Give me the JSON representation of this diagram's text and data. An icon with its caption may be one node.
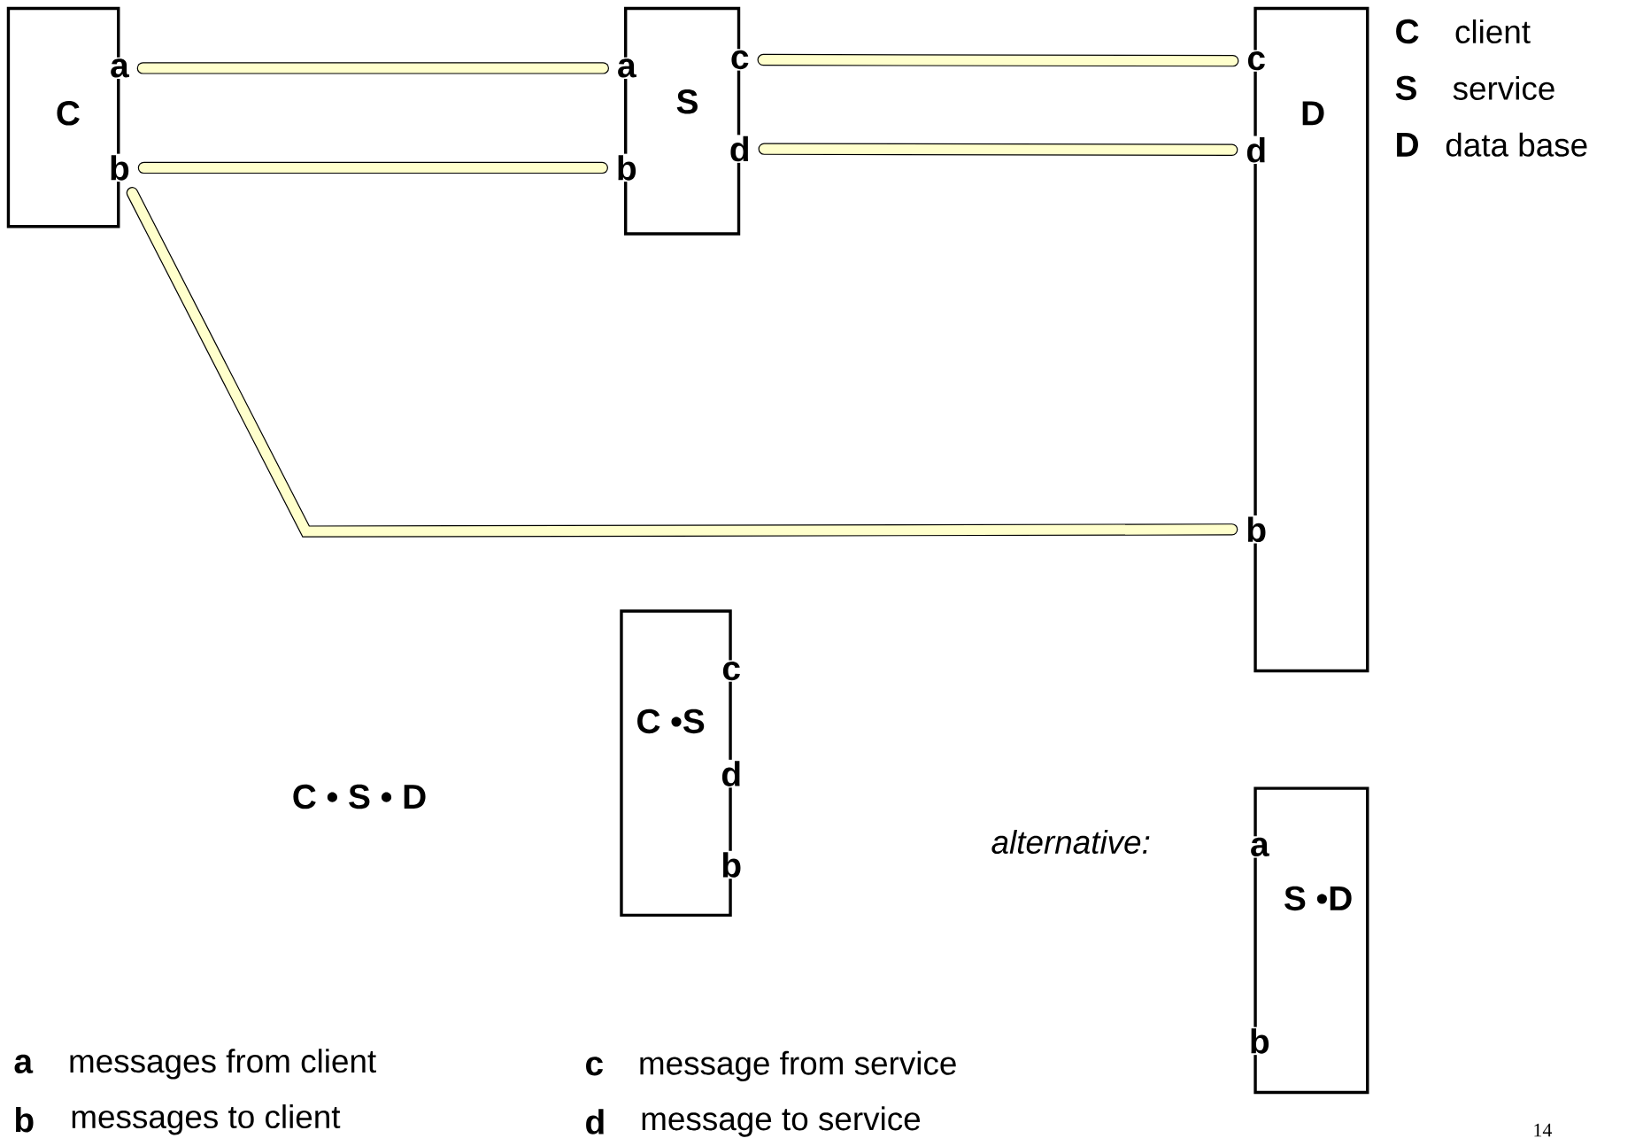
{
  "diagram": {
    "nodes": [
      {
        "text": [
          "C"
        ]
      },
      {
        "text": [
          "a"
        ],
        "in": 0
      },
      {
        "text": [
          "b"
        ],
        "in": 0
      },
      {
        "text": [
          "S"
        ]
      },
      {
        "text": [
          "a"
        ],
        "in": 3
      },
      {
        "text": [
          "b"
        ],
        "in": 3
      },
      {
        "text": [
          "c"
        ],
        "in": 3
      },
      {
        "text": [
          "d"
        ],
        "in": 3
      },
      {
        "text": [
          "D"
        ]
      },
      {
        "text": [
          "c"
        ],
        "in": 8
      },
      {
        "text": [
          "d"
        ],
        "in": 8
      },
      {
        "text": [
          "b"
        ],
        "in": 8
      },
      {
        "text": [
          "C •S",
          "c",
          "d",
          "b"
        ]
      },
      {
        "text": [
          "a",
          "S •D",
          "b"
        ]
      }
    ],
    "edges": [
      {
        "from": 1,
        "to": 4,
        "arrow": "none"
      },
      {
        "from": 2,
        "to": 5,
        "arrow": "none"
      },
      {
        "from": 6,
        "to": 9,
        "arrow": "none"
      },
      {
        "from": 7,
        "to": 10,
        "arrow": "none"
      },
      {
        "from": 2,
        "to": 11,
        "arrow": "none"
      }
    ],
    "labels": [
      "C",
      "client",
      "S",
      "service",
      "D",
      "data base",
      "C • S • D",
      "alternative:",
      "a",
      "messages from client",
      "b",
      "messages to client",
      "c",
      "message from service",
      "d",
      "message to service",
      "14"
    ]
  }
}
